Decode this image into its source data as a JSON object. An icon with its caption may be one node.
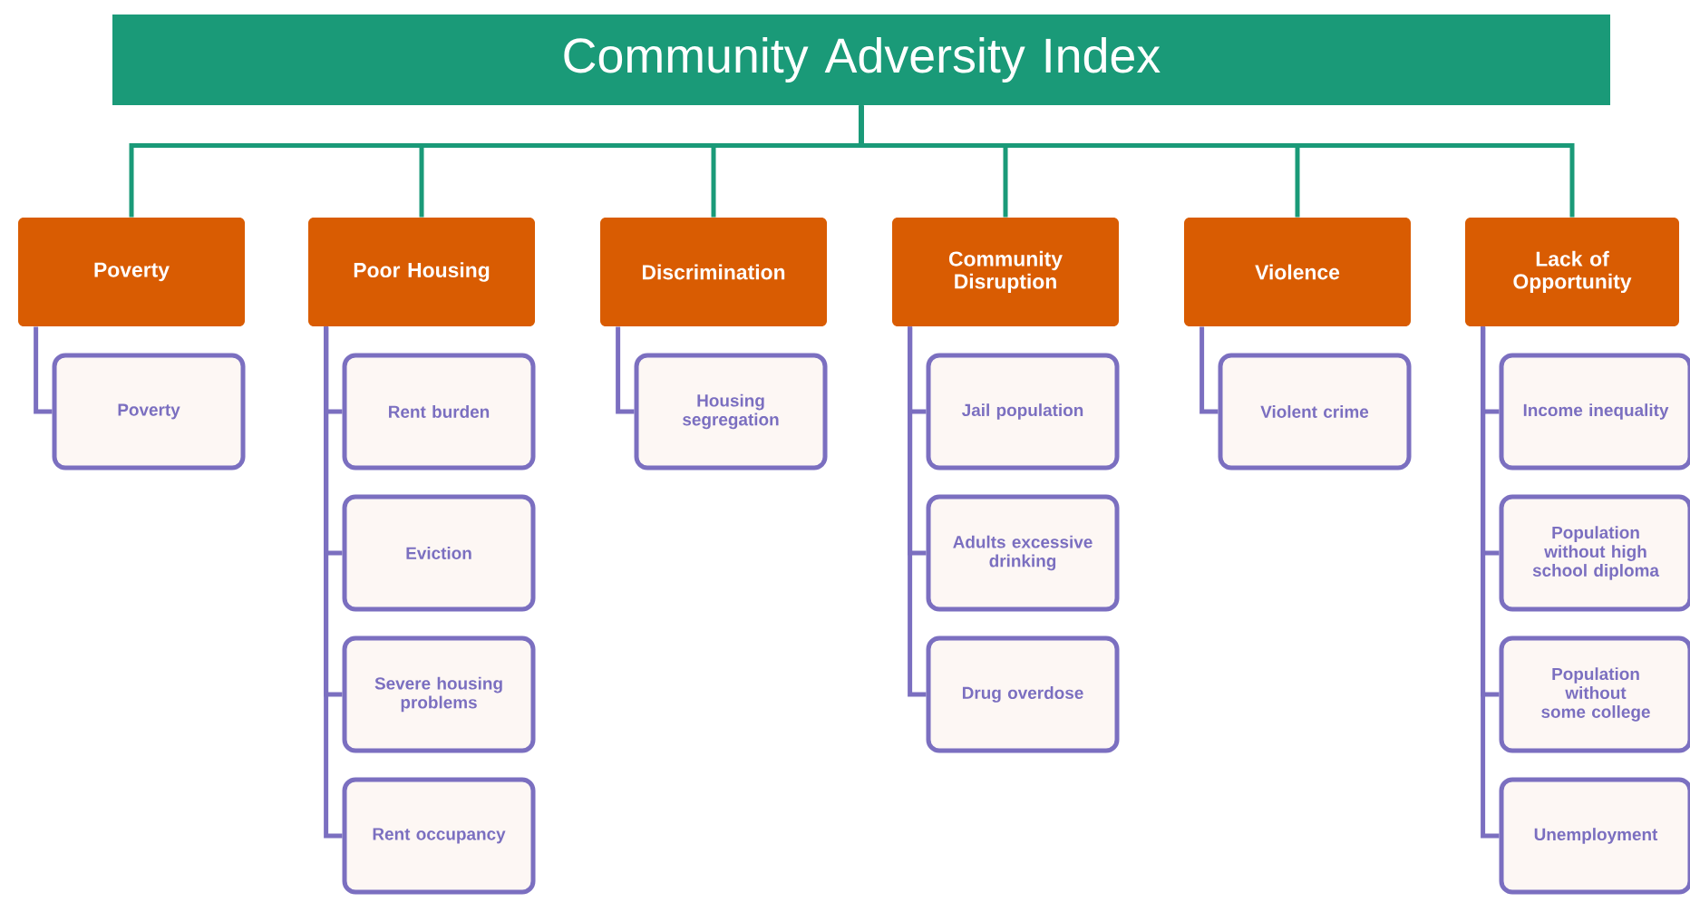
{
  "diagram": {
    "nodes": [
      {
        "text": [
          "Community Adversity Index"
        ]
      },
      {
        "text": [
          "Poverty"
        ]
      },
      {
        "text": [
          "Poverty"
        ]
      },
      {
        "text": [
          "Poor Housing"
        ]
      },
      {
        "text": [
          "Rent burden"
        ]
      },
      {
        "text": [
          "Eviction"
        ]
      },
      {
        "text": [
          "Severe housing problems"
        ]
      },
      {
        "text": [
          "Rent occupancy"
        ]
      },
      {
        "text": [
          "Discrimination"
        ]
      },
      {
        "text": [
          "Housing segregation"
        ]
      },
      {
        "text": [
          "Community Disruption"
        ]
      },
      {
        "text": [
          "Jail population"
        ]
      },
      {
        "text": [
          "Adults excessive drinking"
        ]
      },
      {
        "text": [
          "Drug overdose"
        ]
      },
      {
        "text": [
          "Violence"
        ]
      },
      {
        "text": [
          "Violent crime"
        ]
      },
      {
        "text": [
          "Lack of Opportunity"
        ]
      },
      {
        "text": [
          "Income inequality"
        ]
      },
      {
        "text": [
          "Population without high school diploma"
        ]
      },
      {
        "text": [
          "Population without some college"
        ]
      },
      {
        "text": [
          "Unemployment"
        ]
      }
    ],
    "edges": [
      {
        "from": 0,
        "to": 1,
        "arrow": "none",
        "color": "#1a9a78"
      },
      {
        "from": 0,
        "to": 3,
        "arrow": "none",
        "color": "#1a9a78"
      },
      {
        "from": 0,
        "to": 8,
        "arrow": "none",
        "color": "#1a9a78"
      },
      {
        "from": 0,
        "to": 10,
        "arrow": "none",
        "color": "#1a9a78"
      },
      {
        "from": 0,
        "to": 14,
        "arrow": "none",
        "color": "#1a9a78"
      },
      {
        "from": 0,
        "to": 16,
        "arrow": "none",
        "color": "#1a9a78"
      },
      {
        "from": 1,
        "to": 2,
        "arrow": "none"
      },
      {
        "from": 3,
        "to": 4,
        "arrow": "none"
      },
      {
        "from": 3,
        "to": 5,
        "arrow": "none"
      },
      {
        "from": 3,
        "to": 6,
        "arrow": "none"
      },
      {
        "from": 3,
        "to": 7,
        "arrow": "none"
      },
      {
        "from": 8,
        "to": 9,
        "arrow": "none"
      },
      {
        "from": 10,
        "to": 11,
        "arrow": "none"
      },
      {
        "from": 10,
        "to": 12,
        "arrow": "none"
      },
      {
        "from": 10,
        "to": 13,
        "arrow": "none"
      },
      {
        "from": 14,
        "to": 15,
        "arrow": "none"
      },
      {
        "from": 16,
        "to": 17,
        "arrow": "none"
      },
      {
        "from": 16,
        "to": 18,
        "arrow": "none"
      },
      {
        "from": 16,
        "to": 19,
        "arrow": "none"
      },
      {
        "from": 16,
        "to": 20,
        "arrow": "none"
      }
    ]
  }
}
